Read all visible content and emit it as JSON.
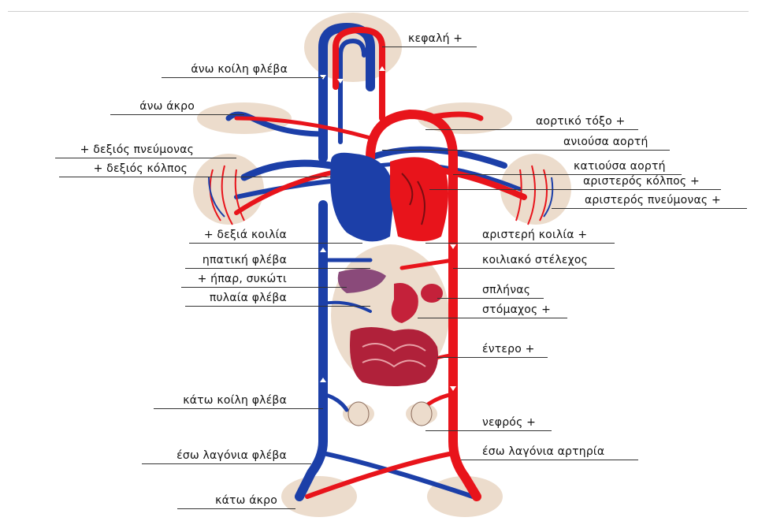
{
  "labels": {
    "head": "κεφαλή +",
    "superior_vena_cava": "άνω κοίλη φλέβα",
    "upper_limb": "άνω άκρο",
    "aortic_arch": "αορτικό τόξο +",
    "ascending_aorta": "ανιούσα αορτή",
    "right_lung": "+ δεξιός πνεύμονας",
    "descending_aorta": "κατιούσα αορτή",
    "right_atrium": "+ δεξιός κόλπος",
    "left_atrium": "αριστερός κόλπος +",
    "left_lung": "αριστερός πνεύμονας +",
    "right_ventricle": "+ δεξιά κοιλία",
    "left_ventricle": "αριστερή κοιλία +",
    "hepatic_vein": "ηπατική φλέβα",
    "celiac_trunk": "κοιλιακό στέλεχος",
    "liver": "+ ήπαρ, συκώτι",
    "portal_vein": "πυλαία φλέβα",
    "spleen": "σπλήνας",
    "stomach": "στόμαχος +",
    "intestine": "έντερο +",
    "inferior_vena_cava": "κάτω κοίλη φλέβα",
    "kidney": "νεφρός +",
    "internal_iliac_vein": "έσω λαγόνια φλέβα",
    "internal_iliac_artery": "έσω λαγόνια αρτηρία",
    "lower_limb": "κάτω άκρο"
  },
  "colors": {
    "artery": "#e8141b",
    "vein": "#1c3fa8",
    "tissue": "#ecdccc",
    "heart_left": "#e8141b",
    "heart_right": "#1c3fa8",
    "organ": "#b0213a"
  }
}
